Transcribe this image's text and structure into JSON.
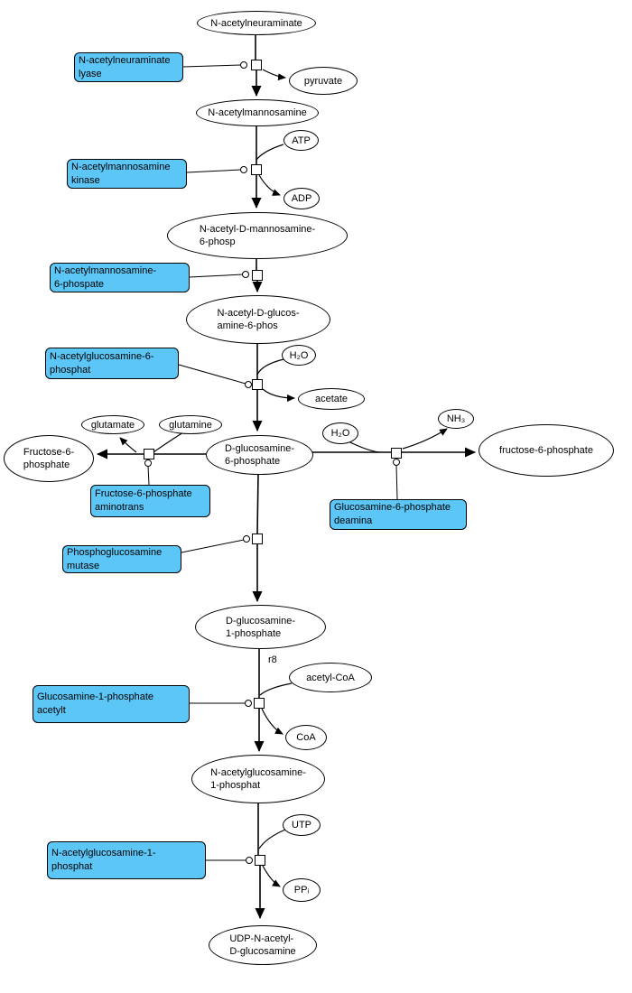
{
  "colors": {
    "enzyme_fill": "#5cc6f7",
    "node_fill": "#ffffff",
    "line_color": "#000000"
  },
  "reaction_tag": "r8",
  "metabolites": {
    "neuraminate": {
      "l1": "N-acetylneuraminate"
    },
    "pyruvate": {
      "l1": "pyruvate"
    },
    "mannosamine": {
      "l1": "N-acetylmannosamine"
    },
    "atp": {
      "l1": "ATP"
    },
    "adp": {
      "l1": "ADP"
    },
    "mannosamine6p": {
      "l1": "N-acetyl-D-mannosamine-",
      "l2": "6-phosp"
    },
    "nacglucosamine6p": {
      "l1": "N-acetyl-D-glucos-",
      "l2": "amine-6-phos"
    },
    "h2o_1": {
      "l1": "H₂O"
    },
    "acetate": {
      "l1": "acetate"
    },
    "glutamate": {
      "l1": "glutamate"
    },
    "glutamine": {
      "l1": "glutamine"
    },
    "fructose6p_left": {
      "l1": "Fructose-6-",
      "l2": "phosphate"
    },
    "dglucosamine6p": {
      "l1": "D-glucosamine-",
      "l2": "6-phosphate"
    },
    "h2o_2": {
      "l1": "H₂O"
    },
    "nh3": {
      "l1": "NH₃"
    },
    "fructose6p_right": {
      "l1": "fructose-6-phosphate"
    },
    "dglucosamine1p": {
      "l1": "D-glucosamine-",
      "l2": "1-phosphate"
    },
    "acetylcoa": {
      "l1": "acetyl-CoA"
    },
    "coa": {
      "l1": "CoA"
    },
    "nacglucosamine1p": {
      "l1": "N-acetylglucosamine-",
      "l2": "1-phosphat"
    },
    "utp": {
      "l1": "UTP"
    },
    "ppi": {
      "l1": "PPᵢ"
    },
    "udpnacglucosamine": {
      "l1": "UDP-N-acetyl-",
      "l2": "D-glucosamine"
    }
  },
  "enzymes": {
    "lyase": {
      "l1": "N-acetylneuraminate",
      "l2": "lyase"
    },
    "kinase": {
      "l1": "N-acetylmannosamine",
      "l2": "kinase"
    },
    "man6pase": {
      "l1": "N-acetylmannosamine-",
      "l2": "6-phospate"
    },
    "glcnac6p": {
      "l1": "N-acetylglucosamine-6-",
      "l2": "phosphat"
    },
    "aminotrans": {
      "l1": "Fructose-6-phosphate",
      "l2": "aminotrans"
    },
    "deamina": {
      "l1": "Glucosamine-6-phosphate",
      "l2": "deamina"
    },
    "mutase": {
      "l1": "Phosphoglucosamine",
      "l2": "mutase"
    },
    "acetylt": {
      "l1": "Glucosamine-1-phosphate",
      "l2": "acetylt"
    },
    "nag1p": {
      "l1": "N-acetylglucosamine-1-",
      "l2": "phosphat"
    }
  }
}
